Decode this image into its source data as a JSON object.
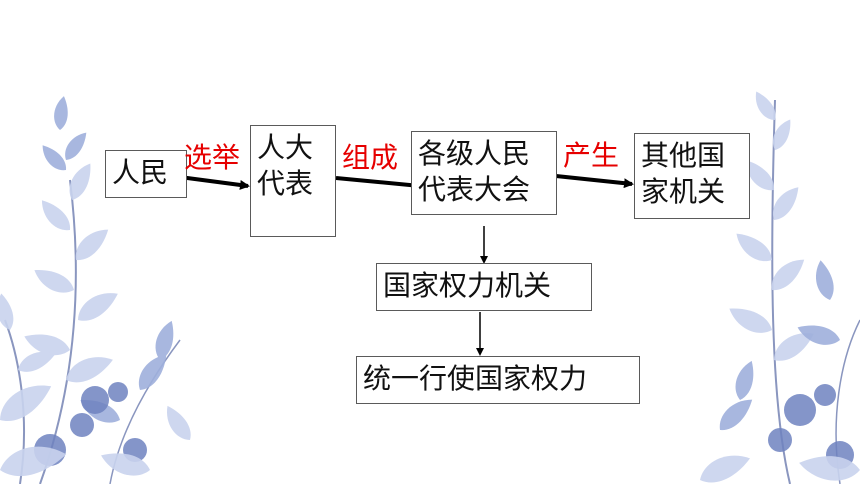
{
  "nodes": {
    "people": "人民",
    "npc_deputies": "人大\n代表",
    "congress": "各级人民\n代表大会",
    "other_organs": "其他国\n家机关",
    "power_organ": "国家权力机关",
    "unified_power": "统一行使国家权力"
  },
  "edges": {
    "elect": "选举",
    "form": "组成",
    "produce": "产生"
  },
  "colors": {
    "edge_label": "#e60000",
    "leaf_light": "#c9d3ee",
    "leaf_mid": "#9fb0dc",
    "leaf_dark": "#6f83c0",
    "stem": "#8a96bf"
  }
}
